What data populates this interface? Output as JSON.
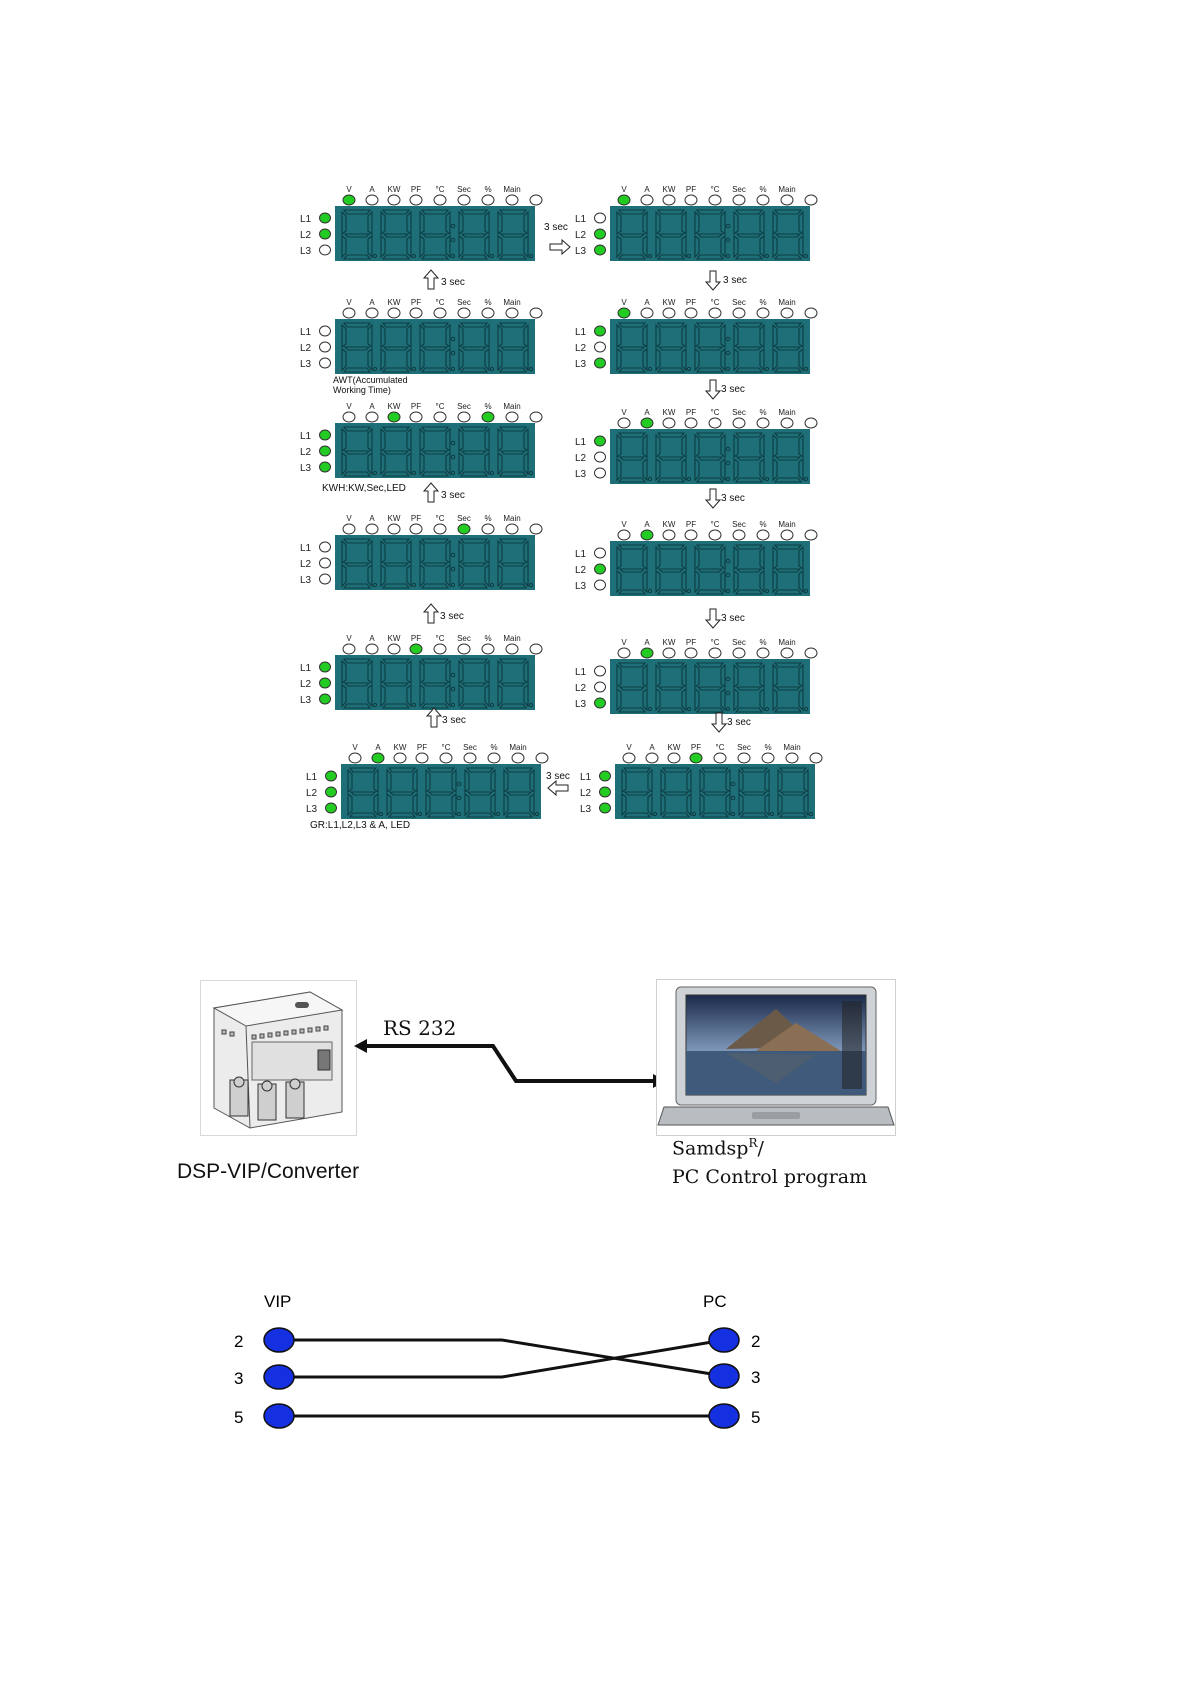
{
  "display_cycle": {
    "indicator_labels": [
      "V",
      "A",
      "KW",
      "PF",
      "°C",
      "Sec",
      "%",
      "Main"
    ],
    "line_labels": [
      "L1",
      "L2",
      "L3"
    ],
    "interval_label": "3 sec",
    "colors": {
      "panel": "#1e6f78",
      "led_on": "#22cc22",
      "led_off": "#ffffff"
    },
    "captions": {
      "awt_line1": "AWT(Accumulated",
      "awt_line2": "Working Time)",
      "kwh": "KWH:KW,Sec,LED",
      "gr": "GR:L1,L2,L3 & A, LED"
    },
    "screens": [
      {
        "id": "left-1",
        "indicators_on": [
          "V"
        ],
        "lines_on": [
          "L1",
          "L2"
        ]
      },
      {
        "id": "left-2",
        "indicators_on": [],
        "lines_on": []
      },
      {
        "id": "left-3",
        "indicators_on": [
          "KW",
          "%"
        ],
        "lines_on": [
          "L1",
          "L2",
          "L3"
        ]
      },
      {
        "id": "left-4",
        "indicators_on": [
          "Sec"
        ],
        "lines_on": []
      },
      {
        "id": "left-5",
        "indicators_on": [
          "PF"
        ],
        "lines_on": [
          "L1",
          "L2",
          "L3"
        ]
      },
      {
        "id": "left-6",
        "indicators_on": [
          "A"
        ],
        "lines_on": [
          "L1",
          "L2",
          "L3"
        ]
      },
      {
        "id": "right-1",
        "indicators_on": [
          "V"
        ],
        "lines_on": [
          "L2",
          "L3"
        ]
      },
      {
        "id": "right-2",
        "indicators_on": [
          "V"
        ],
        "lines_on": [
          "L1",
          "L3"
        ]
      },
      {
        "id": "right-3",
        "indicators_on": [
          "A"
        ],
        "lines_on": [
          "L1"
        ]
      },
      {
        "id": "right-4",
        "indicators_on": [
          "A"
        ],
        "lines_on": [
          "L2"
        ]
      },
      {
        "id": "right-5",
        "indicators_on": [
          "A"
        ],
        "lines_on": [
          "L3"
        ]
      },
      {
        "id": "right-6",
        "indicators_on": [
          "PF"
        ],
        "lines_on": [
          "L1",
          "L2",
          "L3"
        ]
      }
    ]
  },
  "connection": {
    "link_label": "RS 232",
    "device_caption": "DSP-VIP/Converter",
    "pc_caption_name": "Samdsp",
    "pc_caption_sup": "R",
    "pc_caption_slash": "/",
    "pc_caption_line2": "PC Control program"
  },
  "pinout": {
    "left_title": "VIP",
    "right_title": "PC",
    "left_pins": [
      "2",
      "3",
      "5"
    ],
    "right_pins": [
      "2",
      "3",
      "5"
    ],
    "pin_color": "#1530e0"
  }
}
